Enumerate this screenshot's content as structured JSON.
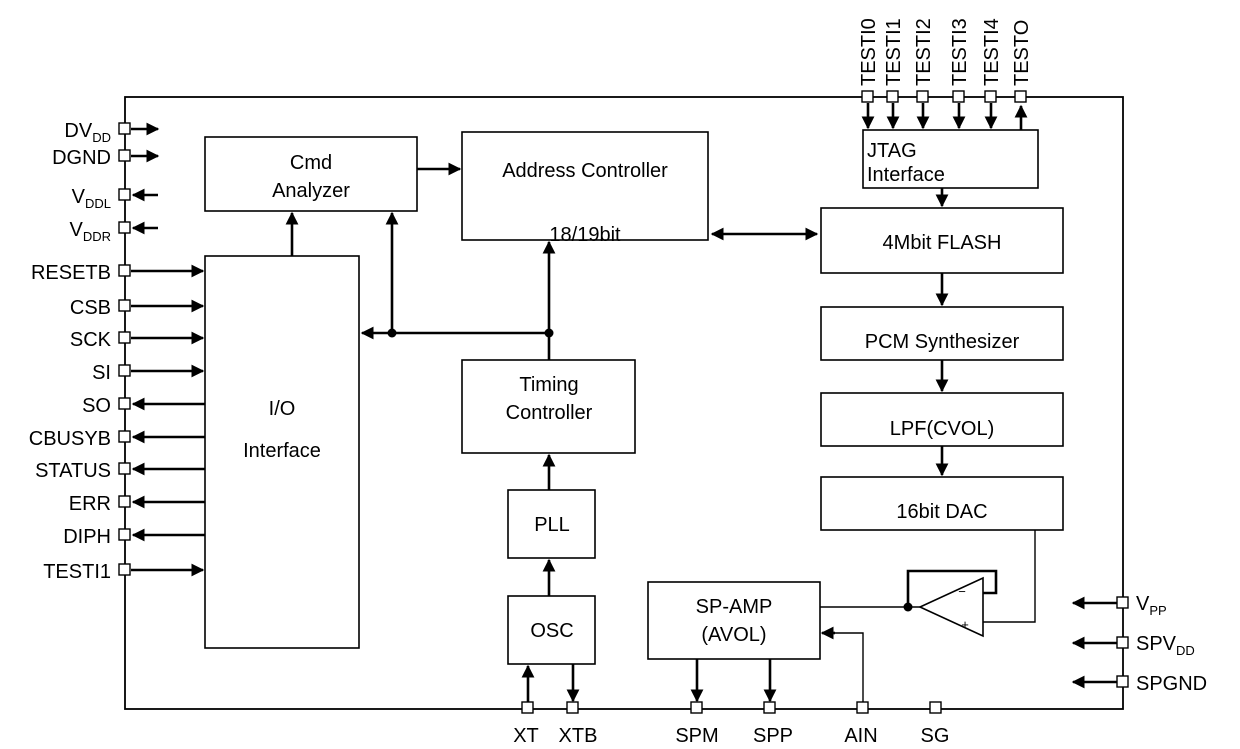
{
  "left_pins": [
    {
      "main": "DV",
      "sub": "DD"
    },
    {
      "main": "DGND",
      "sub": ""
    },
    {
      "main": "V",
      "sub": "DDL"
    },
    {
      "main": "V",
      "sub": "DDR"
    },
    {
      "main": "RESETB",
      "sub": ""
    },
    {
      "main": "CSB",
      "sub": ""
    },
    {
      "main": "SCK",
      "sub": ""
    },
    {
      "main": "SI",
      "sub": ""
    },
    {
      "main": "SO",
      "sub": ""
    },
    {
      "main": "CBUSYB",
      "sub": ""
    },
    {
      "main": "STATUS",
      "sub": ""
    },
    {
      "main": "ERR",
      "sub": ""
    },
    {
      "main": "DIPH",
      "sub": ""
    },
    {
      "main": "TESTI1",
      "sub": ""
    }
  ],
  "right_pins": [
    {
      "main": "V",
      "sub": "PP"
    },
    {
      "main": "SPV",
      "sub": "DD"
    },
    {
      "main": "SPGND",
      "sub": ""
    }
  ],
  "top_pins": [
    "TESTI0",
    "TESTI1",
    "TESTI2",
    "TESTI3",
    "TESTI4",
    "TESTO"
  ],
  "bottom_pins": [
    "XT",
    "XTB",
    "SPM",
    "SPP",
    "AIN",
    "SG"
  ],
  "blocks": {
    "cmd_analyzer": [
      "Cmd",
      "Analyzer"
    ],
    "address_controller": [
      "Address Controller",
      "18/19bit"
    ],
    "jtag": [
      "JTAG",
      "Interface"
    ],
    "flash": "4Mbit FLASH",
    "pcm": "PCM Synthesizer",
    "lpf": "LPF(CVOL)",
    "dac": "16bit DAC",
    "io": [
      "I/O",
      "Interface"
    ],
    "timing": [
      "Timing",
      "Controller"
    ],
    "pll": "PLL",
    "osc": "OSC",
    "spamp": [
      "SP-AMP",
      "(AVOL)"
    ],
    "opamp_minus": "−",
    "opamp_plus": "+"
  }
}
